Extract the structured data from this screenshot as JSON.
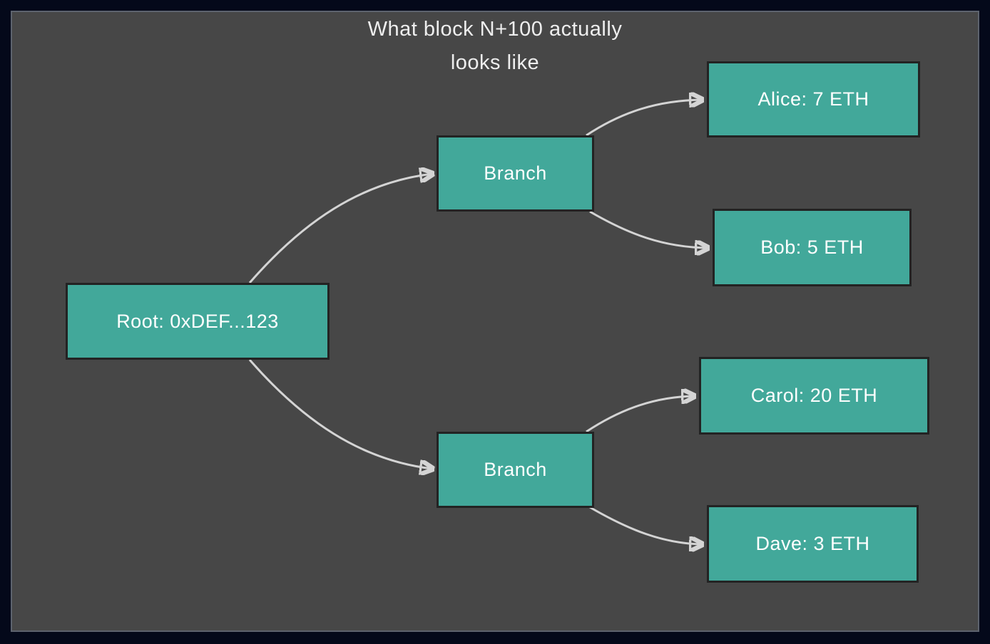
{
  "title": {
    "line1": "What block N+100 actually",
    "line2": "looks like"
  },
  "diagram": {
    "type": "merkle-tree-flowchart",
    "nodes": {
      "root": {
        "label": "Root: 0xDEF...123"
      },
      "branch_top": {
        "label": "Branch"
      },
      "branch_bottom": {
        "label": "Branch"
      },
      "alice": {
        "label": "Alice: 7 ETH"
      },
      "bob": {
        "label": "Bob: 5 ETH"
      },
      "carol": {
        "label": "Carol: 20 ETH"
      },
      "dave": {
        "label": "Dave: 3 ETH"
      }
    },
    "edges": [
      {
        "from": "root",
        "to": "branch_top"
      },
      {
        "from": "root",
        "to": "branch_bottom"
      },
      {
        "from": "branch_top",
        "to": "alice"
      },
      {
        "from": "branch_top",
        "to": "bob"
      },
      {
        "from": "branch_bottom",
        "to": "carol"
      },
      {
        "from": "branch_bottom",
        "to": "dave"
      }
    ]
  },
  "colors": {
    "node_fill": "#42a89a",
    "node_border": "#232323",
    "node_text": "#ffffff",
    "edge": "#d4d4d4",
    "canvas_background": "#474747",
    "canvas_border": "#5d636e",
    "page_background": "#04091a",
    "title_text": "#eeeeee"
  }
}
